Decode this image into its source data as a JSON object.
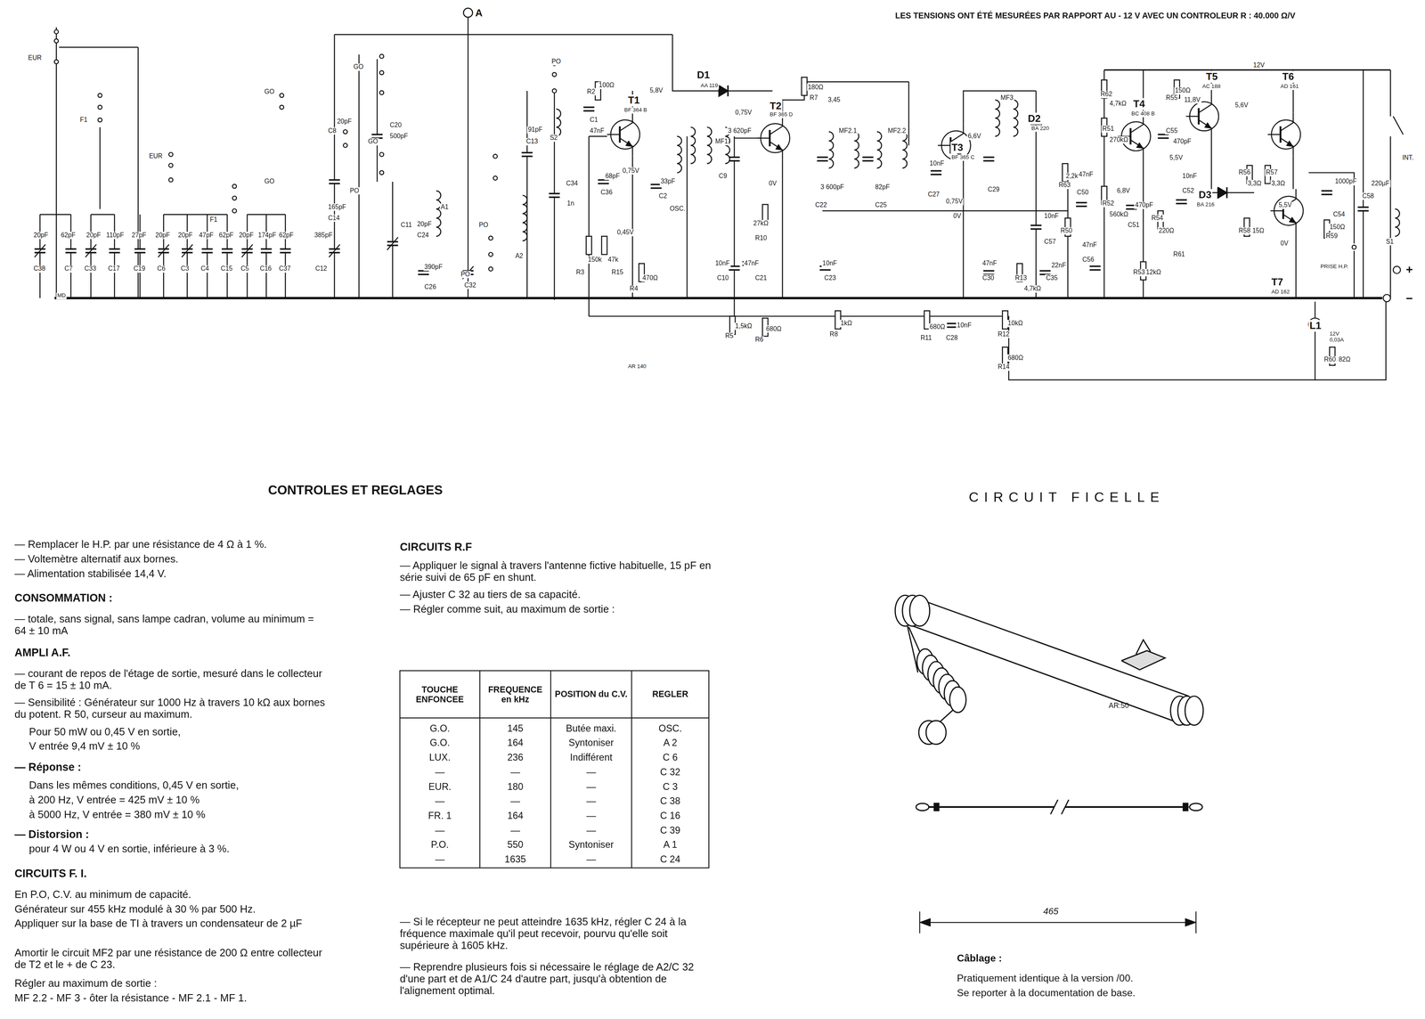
{
  "diagram": {
    "labels": [
      "LES TENSIONS ONT ÉTÉ MESURÉES PAR RAPPORT AU - 12 V AVEC UN CONTROLEUR R : 40.000 Ω/V",
      "A",
      "EUR",
      "F1",
      "EUR",
      "F1",
      "GO",
      "GO",
      "GO",
      "GO",
      "PO",
      "PO",
      "PO",
      "PO",
      "C38",
      "20pF",
      "C7",
      "62pF",
      "C33",
      "20pF",
      "C17",
      "110pF",
      "C19",
      "27pF",
      "C6",
      "20pF",
      "C3",
      "20pF",
      "C4",
      "47pF",
      "C15",
      "62pF",
      "C5",
      "20pF",
      "C16",
      "174pF",
      "C37",
      "62pF",
      "C12",
      "385pF",
      "C14",
      "165pF",
      "C8",
      "20pF",
      "C20",
      "500pF",
      "C11",
      "C24",
      "20pF",
      "C26",
      "390pF",
      "C32",
      "C13",
      "91pF",
      "S2",
      "C34",
      "1n",
      "A1",
      "A2",
      "T1",
      "BF 364 B",
      "5,8V",
      "R2",
      "100Ω",
      "C1",
      "47nF",
      "C36",
      "68pF",
      "C2",
      "33pF",
      "OSC.",
      "0,75V",
      "0,45V",
      "R3",
      "150k",
      "R15",
      "47k",
      "R4",
      "470Ω",
      "D1",
      "AA 119",
      "MF1",
      "C9",
      "3 620pF",
      "C10",
      "10nF",
      "R5",
      "1,5kΩ",
      "T2",
      "BF 365 D",
      "0,75V",
      "R7",
      "180Ω",
      "3,45",
      "C22",
      "3 600pF",
      "MF2.1",
      "C25",
      "82pF",
      "MF2.2",
      "0V",
      "R10",
      "27kΩ",
      "C21",
      "47nF",
      "R6",
      "680Ω",
      "C23",
      "10nF",
      "R8",
      "1kΩ",
      "R11",
      "680Ω",
      "C28",
      "10nF",
      "C27",
      "10nF",
      "T3",
      "BF 365 C",
      "6,6V",
      "MF3",
      "0,75V",
      "0V",
      "D2",
      "BA 220",
      "C29",
      "C30",
      "47nF",
      "R12",
      "10kΩ",
      "R14",
      "680Ω",
      "R13",
      "4,7kΩ",
      "C35",
      "22nF",
      "C57",
      "10nF",
      "R50",
      "R63",
      "2,2k",
      "C50",
      "47nF",
      "C56",
      "47nF",
      "R62",
      "4,7kΩ",
      "R51",
      "270kΩ",
      "R52",
      "560kΩ",
      "T4",
      "BC 408 B",
      "6,8V",
      "R55",
      "150Ω",
      "C55",
      "470pF",
      "11,8V",
      "T5",
      "AC 188",
      "5,6V",
      "5,5V",
      "T6",
      "AD 161",
      "D3",
      "BA 216",
      "R56",
      "3,3Ω",
      "R57",
      "3,3Ω",
      "R58",
      "15Ω",
      "C51",
      "470pF",
      "R54",
      "220Ω",
      "R61",
      "C52",
      "10nF",
      "R53",
      "12kΩ",
      "5,5V",
      "C54",
      "1000pF",
      "R59",
      "150Ω",
      "0V",
      "T7",
      "AD 162",
      "PRISE H.P.",
      "12V",
      "INT.",
      "C58",
      "220µF",
      "S1",
      "+",
      "−",
      "L1",
      "12V 0,03A",
      "R60",
      "82Ω",
      "AR 140",
      "MD",
      "CONTROLES ET REGLAGES",
      "— Remplacer le H.P. par une résistance de 4 Ω à 1 %.",
      "— Voltemètre alternatif aux bornes.",
      "— Alimentation stabilisée 14,4 V.",
      "CONSOMMATION :",
      "— totale, sans signal, sans lampe cadran, volume au minimum = 64 ± 10 mA",
      "AMPLI A.F.",
      "— courant de repos de l'étage de sortie, mesuré dans le collecteur de T 6 = 15 ± 10 mA.",
      "— Sensibilité : Générateur sur 1000 Hz à travers 10 kΩ aux bornes du potent. R 50, curseur au maximum.",
      "Pour 50 mW ou 0,45 V en sortie,",
      "V entrée 9,4 mV ± 10 %",
      "— Réponse :",
      "Dans les mêmes conditions, 0,45 V en sortie,",
      "à 200 Hz, V entrée = 425 mV ± 10 %",
      "à 5000 Hz, V entrée = 380 mV ± 10 %",
      "— Distorsion :",
      "pour 4 W ou 4 V en sortie, inférieure à 3 %.",
      "CIRCUITS F. I.",
      "En P.O, C.V. au minimum de capacité.",
      "Générateur sur 455 kHz modulé à 30 % par 500 Hz.",
      "Appliquer sur la base de TI à travers un condensateur de 2 µF",
      "Amortir le circuit MF2 par une résistance de 200 Ω entre collecteur de T2 et le + de C 23.",
      "Régler au maximum de sortie :",
      "MF 2.2 - MF 3 - ôter la résistance - MF 2.1 - MF 1.",
      "CIRCUITS R.F",
      "— Appliquer le signal à travers l'antenne fictive habituelle, 15 pF en série suivi de 65 pF en shunt.",
      "— Ajuster C 32 au tiers de sa capacité.",
      "— Régler comme suit, au maximum de sortie :",
      "— Si le récepteur ne peut atteindre 1635 kHz, régler C 24 à la fréquence maximale qu'il peut recevoir, pourvu qu'elle soit supérieure à 1605 kHz.",
      "— Reprendre plusieurs fois si nécessaire le réglage de A2/C 32 d'une part et de A1/C 24 d'autre part, jusqu'à obtention de l'alignement optimal.",
      "CIRCUIT FICELLE",
      "AR:50",
      "465",
      "Câblage :",
      "Pratiquement identique à la version /00.",
      "Se reporter à la documentation de base.",
      "TOUCHE ENFONCEE",
      "FREQUENCE en kHz",
      "POSITION du C.V.",
      "REGLER",
      "G.O.",
      "145",
      "Butée maxi.",
      "OSC.",
      "G.O.",
      "164",
      "Syntoniser",
      "A 2",
      "LUX.",
      "236",
      "Indifférent",
      "C 6",
      "—",
      "—",
      "—",
      "C 32",
      "EUR.",
      "180",
      "—",
      "C 3",
      "—",
      "—",
      "—",
      "C 38",
      "FR. 1",
      "164",
      "—",
      "C 16",
      "—",
      "—",
      "—",
      "C 39",
      "P.O.",
      "550",
      "Syntoniser",
      "A 1",
      "—",
      "1635",
      "—",
      "C 24"
    ]
  }
}
